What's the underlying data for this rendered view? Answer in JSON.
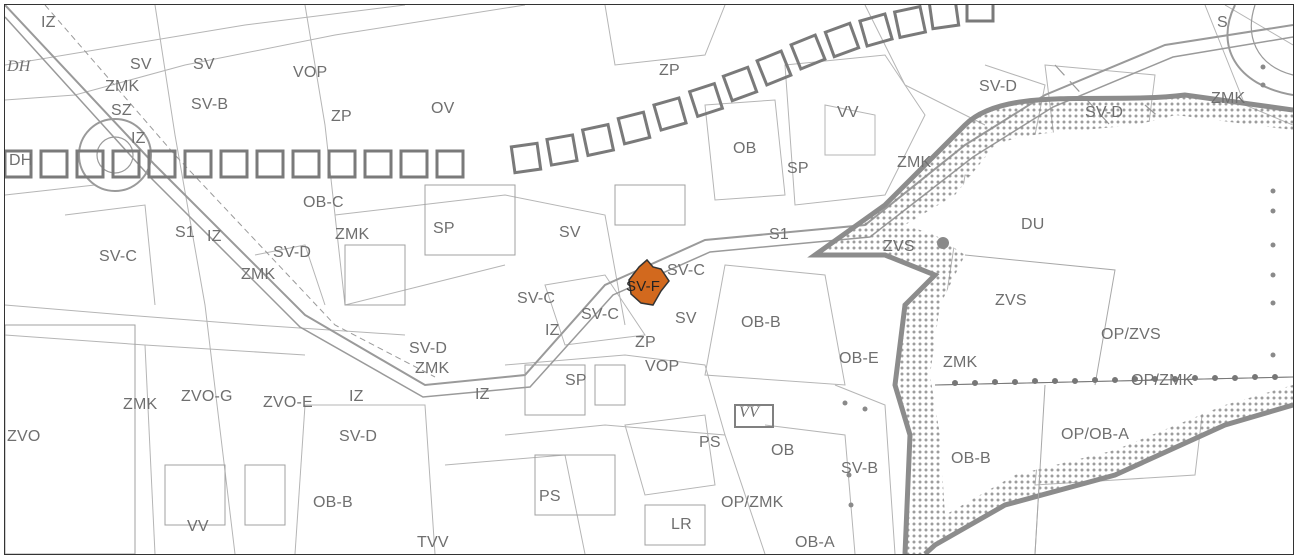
{
  "map": {
    "highlight_color": "#d2691e",
    "line_color": "#8a8a8a",
    "protected_zone_color": "#9a9a9a",
    "labels": [
      {
        "id": "iz-1",
        "text": "IZ"
      },
      {
        "id": "dh-1",
        "text": "DH"
      },
      {
        "id": "sv-1",
        "text": "SV"
      },
      {
        "id": "sv-2",
        "text": "SV"
      },
      {
        "id": "vop-1",
        "text": "VOP"
      },
      {
        "id": "zmk-1",
        "text": "ZMK"
      },
      {
        "id": "sz-1",
        "text": "SZ"
      },
      {
        "id": "sv-b-1",
        "text": "SV-B"
      },
      {
        "id": "zp-1",
        "text": "ZP"
      },
      {
        "id": "ov-1",
        "text": "OV"
      },
      {
        "id": "zp-2",
        "text": "ZP"
      },
      {
        "id": "iz-2",
        "text": "IZ"
      },
      {
        "id": "dh-2",
        "text": "DH"
      },
      {
        "id": "ob-1",
        "text": "OB"
      },
      {
        "id": "sp-1",
        "text": "SP"
      },
      {
        "id": "vv-1",
        "text": "VV"
      },
      {
        "id": "zmk-2",
        "text": "ZMK"
      },
      {
        "id": "sv-d-1",
        "text": "SV-D"
      },
      {
        "id": "sv-d-2",
        "text": "SV-D"
      },
      {
        "id": "zmk-3",
        "text": "ZMK"
      },
      {
        "id": "s-1",
        "text": "S"
      },
      {
        "id": "ob-c-1",
        "text": "OB-C"
      },
      {
        "id": "s1-1",
        "text": "S1"
      },
      {
        "id": "iz-3",
        "text": "IZ"
      },
      {
        "id": "zmk-4",
        "text": "ZMK"
      },
      {
        "id": "sp-2",
        "text": "SP"
      },
      {
        "id": "sv-3",
        "text": "SV"
      },
      {
        "id": "s1-2",
        "text": "S1"
      },
      {
        "id": "zvs-1",
        "text": "ZVS"
      },
      {
        "id": "du-1",
        "text": "DU"
      },
      {
        "id": "sv-c-1",
        "text": "SV-C"
      },
      {
        "id": "sv-d-3",
        "text": "SV-D"
      },
      {
        "id": "zmk-5",
        "text": "ZMK"
      },
      {
        "id": "sv-c-2",
        "text": "SV-C"
      },
      {
        "id": "sv-f-1",
        "text": "SV-F"
      },
      {
        "id": "sv-c-3",
        "text": "SV-C"
      },
      {
        "id": "sv-c-4",
        "text": "SV-C"
      },
      {
        "id": "sv-4",
        "text": "SV"
      },
      {
        "id": "ob-b-1",
        "text": "OB-B"
      },
      {
        "id": "zvs-2",
        "text": "ZVS"
      },
      {
        "id": "op-zvs-1",
        "text": "OP/ZVS"
      },
      {
        "id": "iz-4",
        "text": "IZ"
      },
      {
        "id": "zp-3",
        "text": "ZP"
      },
      {
        "id": "sv-d-4",
        "text": "SV-D"
      },
      {
        "id": "zmk-6",
        "text": "ZMK"
      },
      {
        "id": "vop-2",
        "text": "VOP"
      },
      {
        "id": "ob-e-1",
        "text": "OB-E"
      },
      {
        "id": "zmk-7",
        "text": "ZMK"
      },
      {
        "id": "op-zmk-1",
        "text": "OP/ZMK"
      },
      {
        "id": "zmk-8",
        "text": "ZMK"
      },
      {
        "id": "zvo-g-1",
        "text": "ZVO-G"
      },
      {
        "id": "zvo-e-1",
        "text": "ZVO-E"
      },
      {
        "id": "iz-5",
        "text": "IZ"
      },
      {
        "id": "iz-6",
        "text": "IZ"
      },
      {
        "id": "sp-3",
        "text": "SP"
      },
      {
        "id": "vv-2",
        "text": "VV"
      },
      {
        "id": "zvo-1",
        "text": "ZVO"
      },
      {
        "id": "sv-d-5",
        "text": "SV-D"
      },
      {
        "id": "ps-1",
        "text": "PS"
      },
      {
        "id": "ob-2",
        "text": "OB"
      },
      {
        "id": "op-ob-a-1",
        "text": "OP/OB-A"
      },
      {
        "id": "ob-b-2",
        "text": "OB-B"
      },
      {
        "id": "sv-b-2",
        "text": "SV-B"
      },
      {
        "id": "ps-2",
        "text": "PS"
      },
      {
        "id": "op-zmk-2",
        "text": "OP/ZMK"
      },
      {
        "id": "ob-b-3",
        "text": "OB-B"
      },
      {
        "id": "vv-3",
        "text": "VV"
      },
      {
        "id": "lr-1",
        "text": "LR"
      },
      {
        "id": "tvv-1",
        "text": "TVV"
      },
      {
        "id": "ob-a-1",
        "text": "OB-A"
      }
    ]
  }
}
